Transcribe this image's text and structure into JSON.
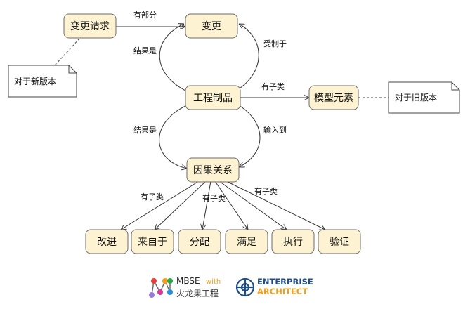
{
  "nodes": {
    "change_request": "变更请求",
    "change": "变更",
    "work_product": "工程制品",
    "model_element": "模型元素",
    "causality": "因果关系",
    "improve": "改进",
    "derive": "来自于",
    "allocate": "分配",
    "satisfy": "满足",
    "execute": "执行",
    "verify": "验证"
  },
  "edges": {
    "has_part": "有部分",
    "result_left": "结果是",
    "constrained_by": "受制于",
    "has_subtype_model": "有子类",
    "result_left2": "结果是",
    "input_to": "输入到",
    "subtype_left": "有子类",
    "subtype_mid": "有子类",
    "subtype_right": "有子类"
  },
  "notes": {
    "new_version": "对于新版本",
    "old_version": "对于旧版本"
  },
  "logos": {
    "mbse": "MBSE",
    "with": "with",
    "mbse_cn": "火龙果工程",
    "ea_line1": "ENTERPRISE",
    "ea_line2": "ARCHITECT"
  },
  "colors": {
    "node_fill": "#fdf2d2",
    "mbse_with": "#e8a317",
    "ea_blue": "#1f4f82",
    "ea_orange": "#f0a020"
  }
}
